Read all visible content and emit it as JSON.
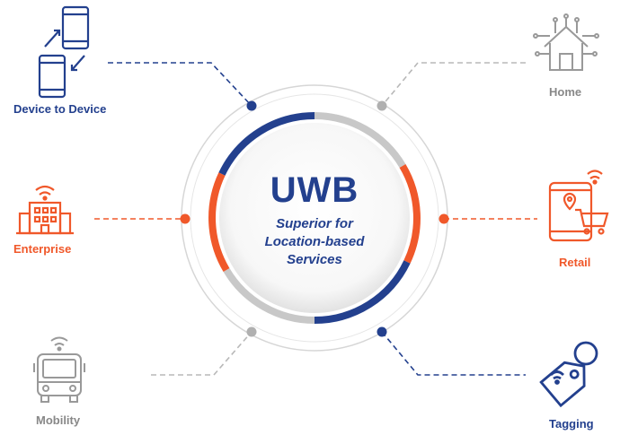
{
  "center": {
    "title": "UWB",
    "subtitle_lines": [
      "Superior for",
      "Location-based",
      "Services"
    ]
  },
  "nodes": {
    "device_to_device": {
      "label": "Device to Device",
      "color": "#23408e",
      "icon": "phones-exchange-icon"
    },
    "enterprise": {
      "label": "Enterprise",
      "color": "#f0582a",
      "icon": "building-wifi-icon"
    },
    "mobility": {
      "label": "Mobility",
      "color": "#888888",
      "icon": "bus-wifi-icon"
    },
    "home": {
      "label": "Home",
      "color": "#888888",
      "icon": "smart-home-icon"
    },
    "retail": {
      "label": "Retail",
      "color": "#f0582a",
      "icon": "phone-cart-icon"
    },
    "tagging": {
      "label": "Tagging",
      "color": "#23408e",
      "icon": "wifi-tag-icon"
    }
  },
  "colors": {
    "navy": "#23408e",
    "orange": "#f0582a",
    "gray": "#b8b8b8"
  }
}
